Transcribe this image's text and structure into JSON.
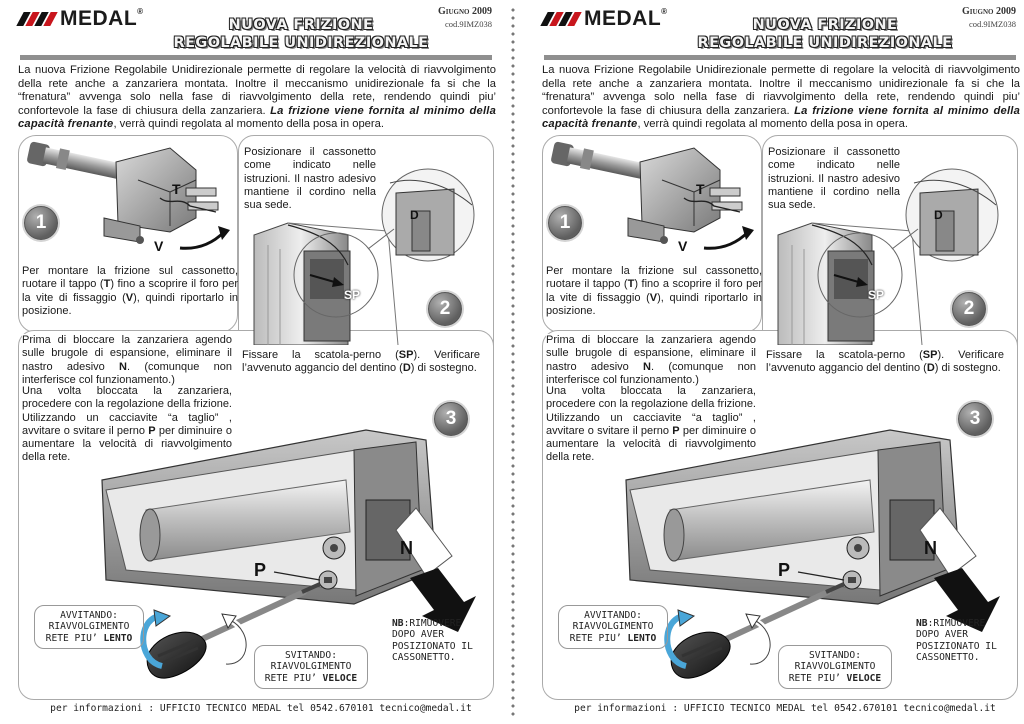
{
  "brand": {
    "name": "MEDAL",
    "reg": "®"
  },
  "header": {
    "title_line1": "NUOVA FRIZIONE",
    "title_line2": "REGOLABILE UNIDIREZIONALE",
    "date": "Giugno 2009",
    "code": "cod.9IMZ038"
  },
  "intro": {
    "plain": "La nuova Frizione Regolabile Unidirezionale permette di regolare la velocità di riavvolgimento della rete anche a zanzariera montata. Inoltre il meccanismo unidirezionale fa si che la “frenatura” avvenga solo nella fase di riavvolgimento della rete, rendendo quindi piu’ confortevole la fase di chiusura della zanzariera. ",
    "bold": "La frizione viene fornita al minimo della capacità frenante",
    "tail": ", verrà quindi regolata al momento della posa in opera."
  },
  "step1": {
    "number": "1",
    "labels": {
      "t": "T",
      "v": "V"
    },
    "text_a": "Per montare la frizione sul cassonetto, ruotare il tappo (",
    "k1": "T",
    "text_b": ") fino a scoprire il foro per la vite di fissaggio (",
    "k2": "V",
    "text_c": "), quindi riportarlo in posizione."
  },
  "step2": {
    "number": "2",
    "labels": {
      "d": "D",
      "sp": "SP"
    },
    "top_text": "Posizionare il cassonetto come indicato nelle istruzioni. Il nastro adesivo mantiene il cordino nella sua sede.",
    "text_a": "Fissare la scatola-perno (",
    "k1": "SP",
    "text_b": "). Verificare l’avvenuto aggancio del dentino (",
    "k2": "D",
    "text_c": ") di sostegno."
  },
  "prep": {
    "text_a": "Prima di bloccare la zanzariera agendo sulle brugole di espansione, eliminare  il nastro adesivo ",
    "k1": "N",
    "text_b": ". (comunque non interferisce col funzionamento.)"
  },
  "step3": {
    "number": "3",
    "text_a": "Una volta bloccata la zanzariera, procedere con la regolazione della frizione. Utilizzando un cacciavite “a taglio” , avvitare o svitare il perno ",
    "k1": "P",
    "text_b": " per diminuire o aumentare la velocità di riavvolgimento della rete.",
    "labels": {
      "n": "N",
      "p": "P"
    },
    "screw_in": {
      "l1": "AVVITANDO:",
      "l2": "RIAVVOLGIMENTO",
      "l3": "RETE PIU’ ",
      "strong": "LENTO"
    },
    "screw_out": {
      "l1": "SVITANDO:",
      "l2": "RIAVVOLGIMENTO",
      "l3": "RETE PIU’ ",
      "strong": "VELOCE"
    },
    "note": {
      "strong": "NB",
      "text": ":RIMUOVERE DOPO AVER POSIZIONATO IL CASSONETTO."
    }
  },
  "footer": {
    "text": "per informazioni : UFFICIO TECNICO MEDAL  tel 0542.670101 tecnico@medal.it"
  },
  "colors": {
    "brand_red": "#c8161d",
    "arrow_blue": "#4aa6d8",
    "metal": "#9a9a9a"
  }
}
